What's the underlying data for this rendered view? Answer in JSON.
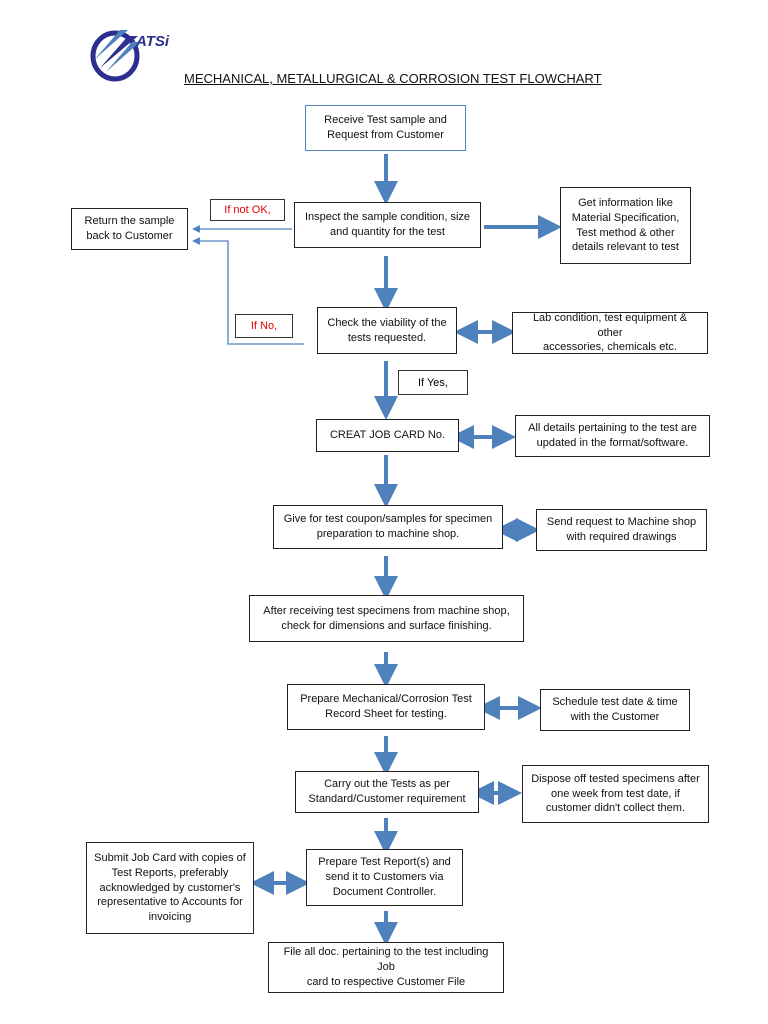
{
  "logo": {
    "text": "ATSi",
    "color": "#2b2f8f"
  },
  "title": "MECHANICAL, METALLURGICAL & CORROSION TEST FLOWCHART",
  "colors": {
    "arrow": "#4f81bd",
    "condition_red": "#e00000",
    "box_border": "#222222"
  },
  "steps": {
    "receive": "Receive Test sample and\nRequest from Customer",
    "inspect": "Inspect the sample condition, size\nand quantity for the test",
    "viability": "Check the viability of the\ntests requested.",
    "job_card": "CREAT JOB CARD No.",
    "coupon": "Give for test coupon/samples for specimen\npreparation to machine shop.",
    "check_dims": "After receiving test specimens from machine shop,\ncheck for dimensions and surface finishing.",
    "record_sheet": "Prepare Mechanical/Corrosion Test\nRecord Sheet for testing.",
    "carry_out": "Carry out the Tests as per\nStandard/Customer requirement",
    "report": "Prepare Test Report(s) and\nsend it to Customers via\nDocument Controller.",
    "file_docs": "File all doc. pertaining to the test including Job\ncard to  respective Customer File"
  },
  "side_notes": {
    "return_sample": "Return the sample\nback to Customer",
    "get_info": "Get information like\nMaterial Specification,\nTest method & other\ndetails relevant to test",
    "lab_condition": "Lab condition, test equipment & other\naccessories, chemicals etc.",
    "details_updated": "All details pertaining to the test are\nupdated in the format/software.",
    "machine_shop_request": "Send request to Machine shop\nwith required drawings",
    "schedule": "Schedule test date & time\nwith the Customer",
    "dispose": "Dispose off tested specimens after\none week from test date, if\ncustomer didn't collect them.",
    "submit_job_card": "Submit Job Card with copies of\nTest Reports, preferably\nacknowledged by customer's\nrepresentative to Accounts for\ninvoicing"
  },
  "conditions": {
    "if_not_ok": "If not OK,",
    "if_no": "If No,",
    "if_yes": "If Yes,"
  }
}
